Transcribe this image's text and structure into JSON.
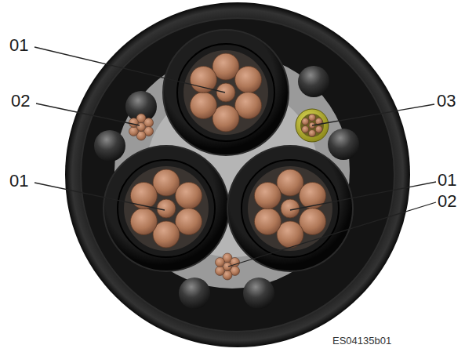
{
  "diagram": {
    "labels": [
      "01",
      "02",
      "03",
      "01",
      "01",
      "02",
      "ES04135b01"
    ]
  }
}
